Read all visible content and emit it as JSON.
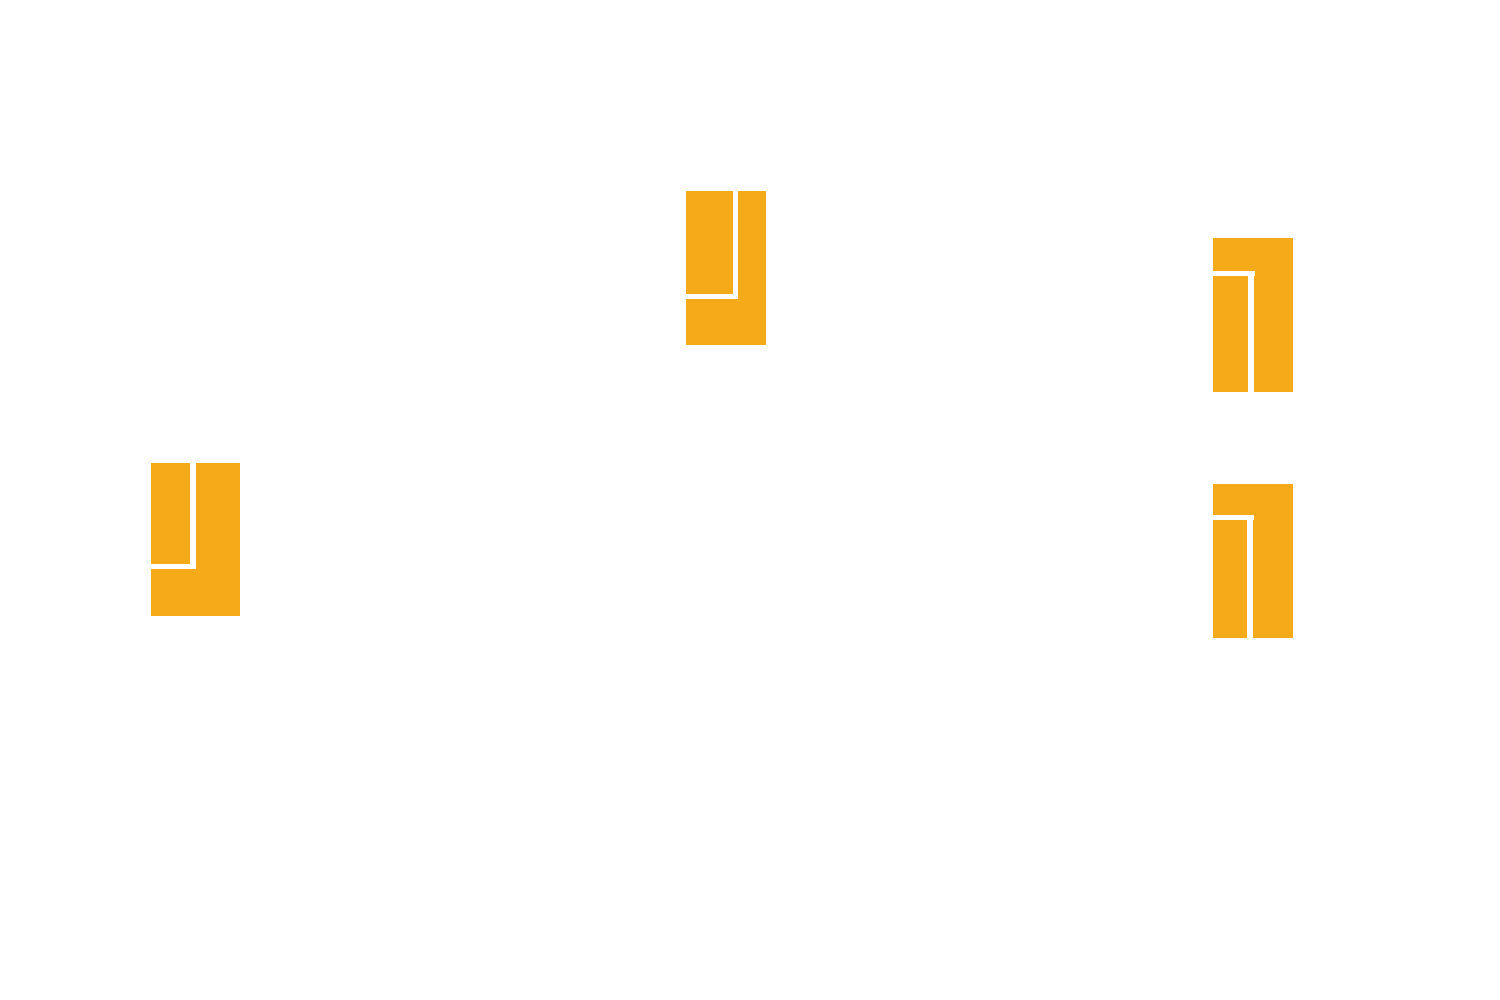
{
  "canvas": {
    "background": "#ffffff"
  },
  "glyphs": [
    {
      "name": "bracket-icon",
      "orientation": "corner-top-left-white-stroke",
      "color": "#f5ab19"
    },
    {
      "name": "bracket-icon",
      "orientation": "corner-bottom-right-white-stroke",
      "color": "#f5ab19"
    },
    {
      "name": "bracket-icon",
      "orientation": "corner-top-left-white-stroke",
      "color": "#f5ab19"
    },
    {
      "name": "bracket-icon",
      "orientation": "corner-bottom-right-white-stroke",
      "color": "#f5ab19"
    }
  ]
}
